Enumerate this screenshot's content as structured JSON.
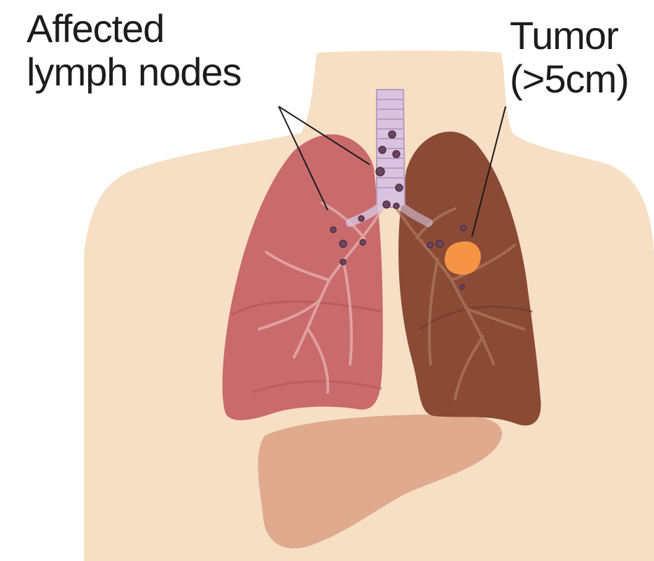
{
  "labels": {
    "lymph_nodes": {
      "line1": "Affected",
      "line2": "lymph nodes"
    },
    "tumor": {
      "line1": "Tumor",
      "line2": "(>5cm)"
    }
  },
  "colors": {
    "background": "#ffffff",
    "skin": "#f6dfc4",
    "healthy_lung": "#c96a6c",
    "affected_lung": "#8a4a36",
    "trachea": "#d9c3de",
    "liver": "#dfaa8e",
    "tumor": "#f59445",
    "lymph_node": "#6b4660",
    "pointer_line": "#1c1c1c"
  },
  "icons": {
    "figure": "thorax-anatomy-illustration"
  }
}
